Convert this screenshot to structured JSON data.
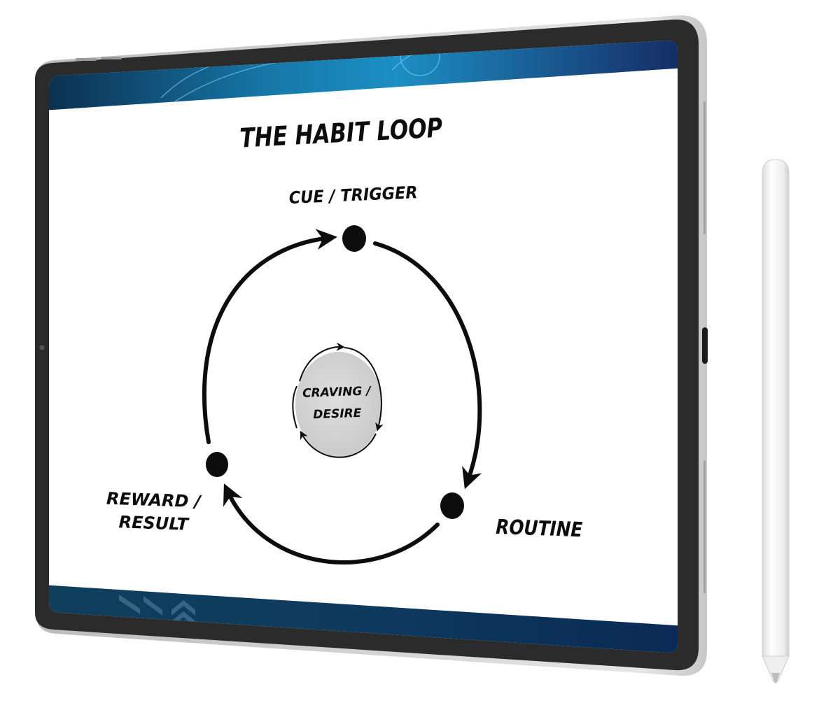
{
  "slide": {
    "title": "THE HABIT LOOP"
  },
  "loop": {
    "cue_label": "CUE / TRIGGER",
    "routine_label": "ROUTINE",
    "reward_label_line1": "REWARD /",
    "reward_label_line2": "RESULT",
    "center_label_line1": "CRAVING /",
    "center_label_line2": "DESIRE"
  },
  "colors": {
    "bezel": "#2b2b2b",
    "frame": "#d9d9d9",
    "banner": "#0e3a5e",
    "accent": "#1e9bd4",
    "ink": "#0d0d0d",
    "center_fill": "#d3d3d3",
    "pencil": "#f4f4f4"
  },
  "icons": {
    "pencil": "stylus-icon",
    "camera": "camera-icon"
  }
}
